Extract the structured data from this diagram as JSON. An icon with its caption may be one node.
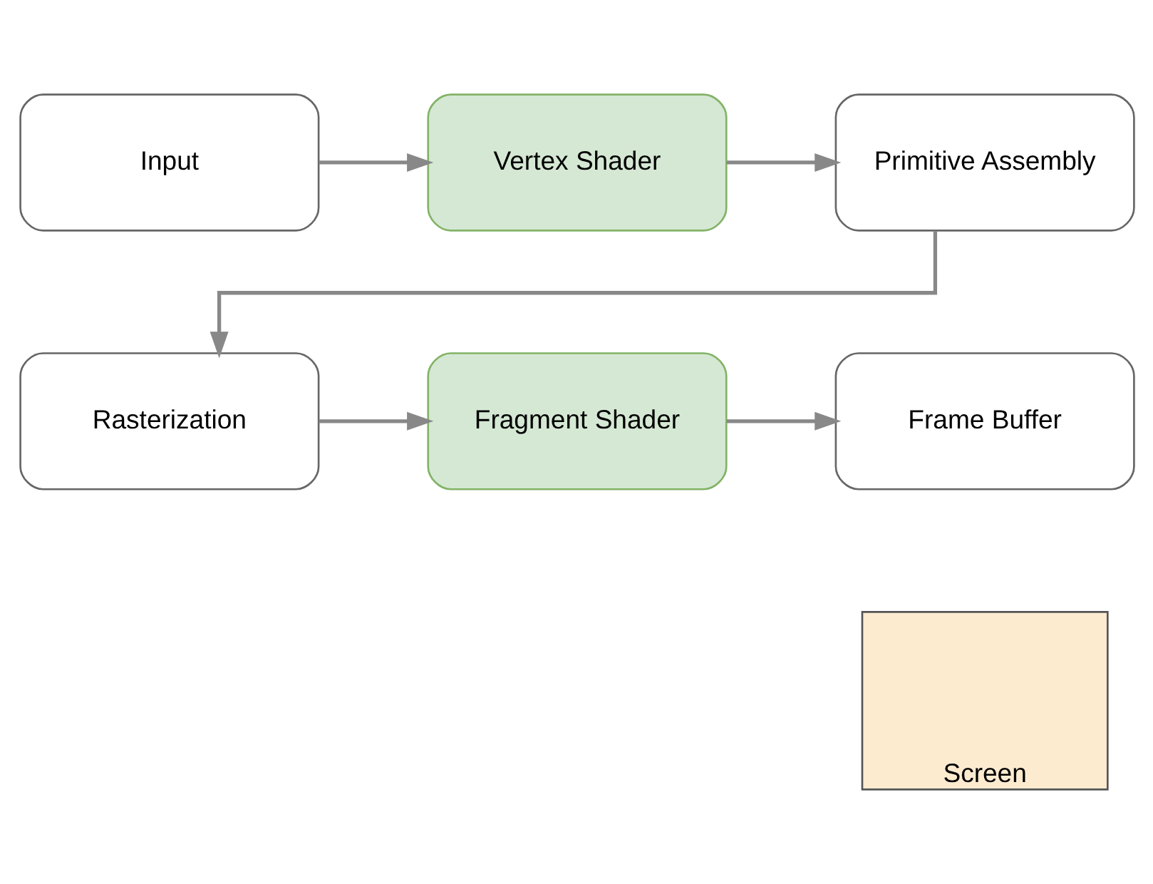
{
  "diagram": {
    "nodes": [
      {
        "text": [
          "Input"
        ]
      },
      {
        "text": [
          "Vertex Shader"
        ]
      },
      {
        "text": [
          "Primitive Assembly"
        ]
      },
      {
        "text": [
          "Rasterization"
        ]
      },
      {
        "text": [
          "Fragment Shader"
        ]
      },
      {
        "text": [
          "Frame Buffer"
        ]
      },
      {
        "text": [
          "Screen"
        ]
      }
    ],
    "edges": [
      {
        "from": 0,
        "to": 1,
        "arrow": "to"
      },
      {
        "from": 1,
        "to": 2,
        "arrow": "to"
      },
      {
        "from": 2,
        "to": 3,
        "arrow": "to"
      },
      {
        "from": 3,
        "to": 4,
        "arrow": "to"
      },
      {
        "from": 4,
        "to": 5,
        "arrow": "to"
      }
    ]
  }
}
